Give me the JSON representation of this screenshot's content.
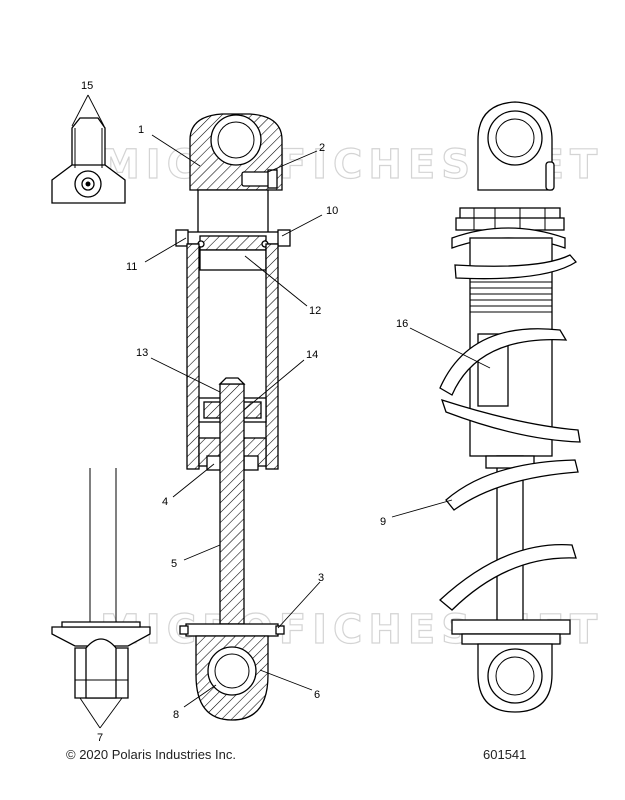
{
  "watermark": "MICROFICHES.NET",
  "footer": {
    "copyright": "© 2020 Polaris Industries Inc.",
    "figure_number": "601541"
  },
  "callouts": [
    "1",
    "2",
    "3",
    "4",
    "5",
    "6",
    "7",
    "8",
    "9",
    "10",
    "11",
    "12",
    "13",
    "14",
    "15",
    "16"
  ]
}
